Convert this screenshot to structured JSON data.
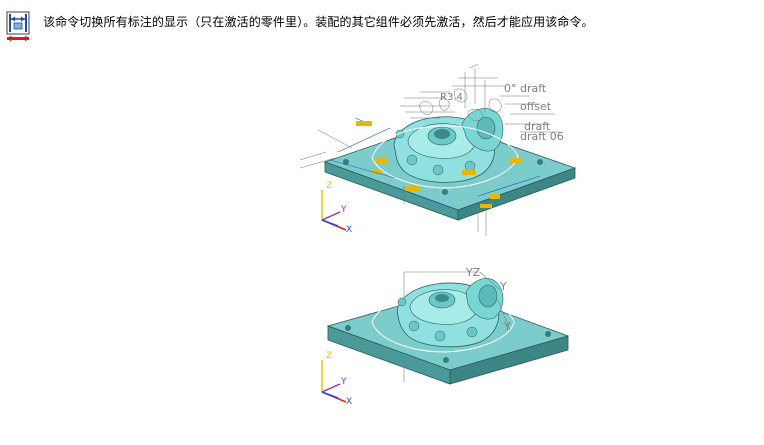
{
  "command": {
    "icon": "toggle-annotation-icon",
    "description": "该命令切换所有标注的显示（只在激活的零件里）。装配的其它组件必须先激活，然后才能应用该命令。"
  },
  "views": {
    "before": {
      "annotations": [
        "0° draft",
        "R3.4",
        "offset",
        "draft",
        "draft 06"
      ],
      "triad_labels": [
        "Z",
        "Y",
        "X"
      ]
    },
    "after": {
      "annotations": [
        "YZ",
        "Y",
        "Y"
      ],
      "triad_labels": [
        "Z",
        "Y",
        "X"
      ]
    }
  },
  "colors": {
    "plate": "#4a9a9a",
    "plate_top": "#7ccccc",
    "part": "#8fe0df",
    "part_shadow": "#4fa8a8",
    "dimension_yellow": "#e8b800",
    "dimension_blue": "#2050c0",
    "annotation_gray": "#707070",
    "axis_z": "#e8c800",
    "axis_y": "#9030c0",
    "axis_x": "#2050e0",
    "axis_red": "#e02020"
  }
}
